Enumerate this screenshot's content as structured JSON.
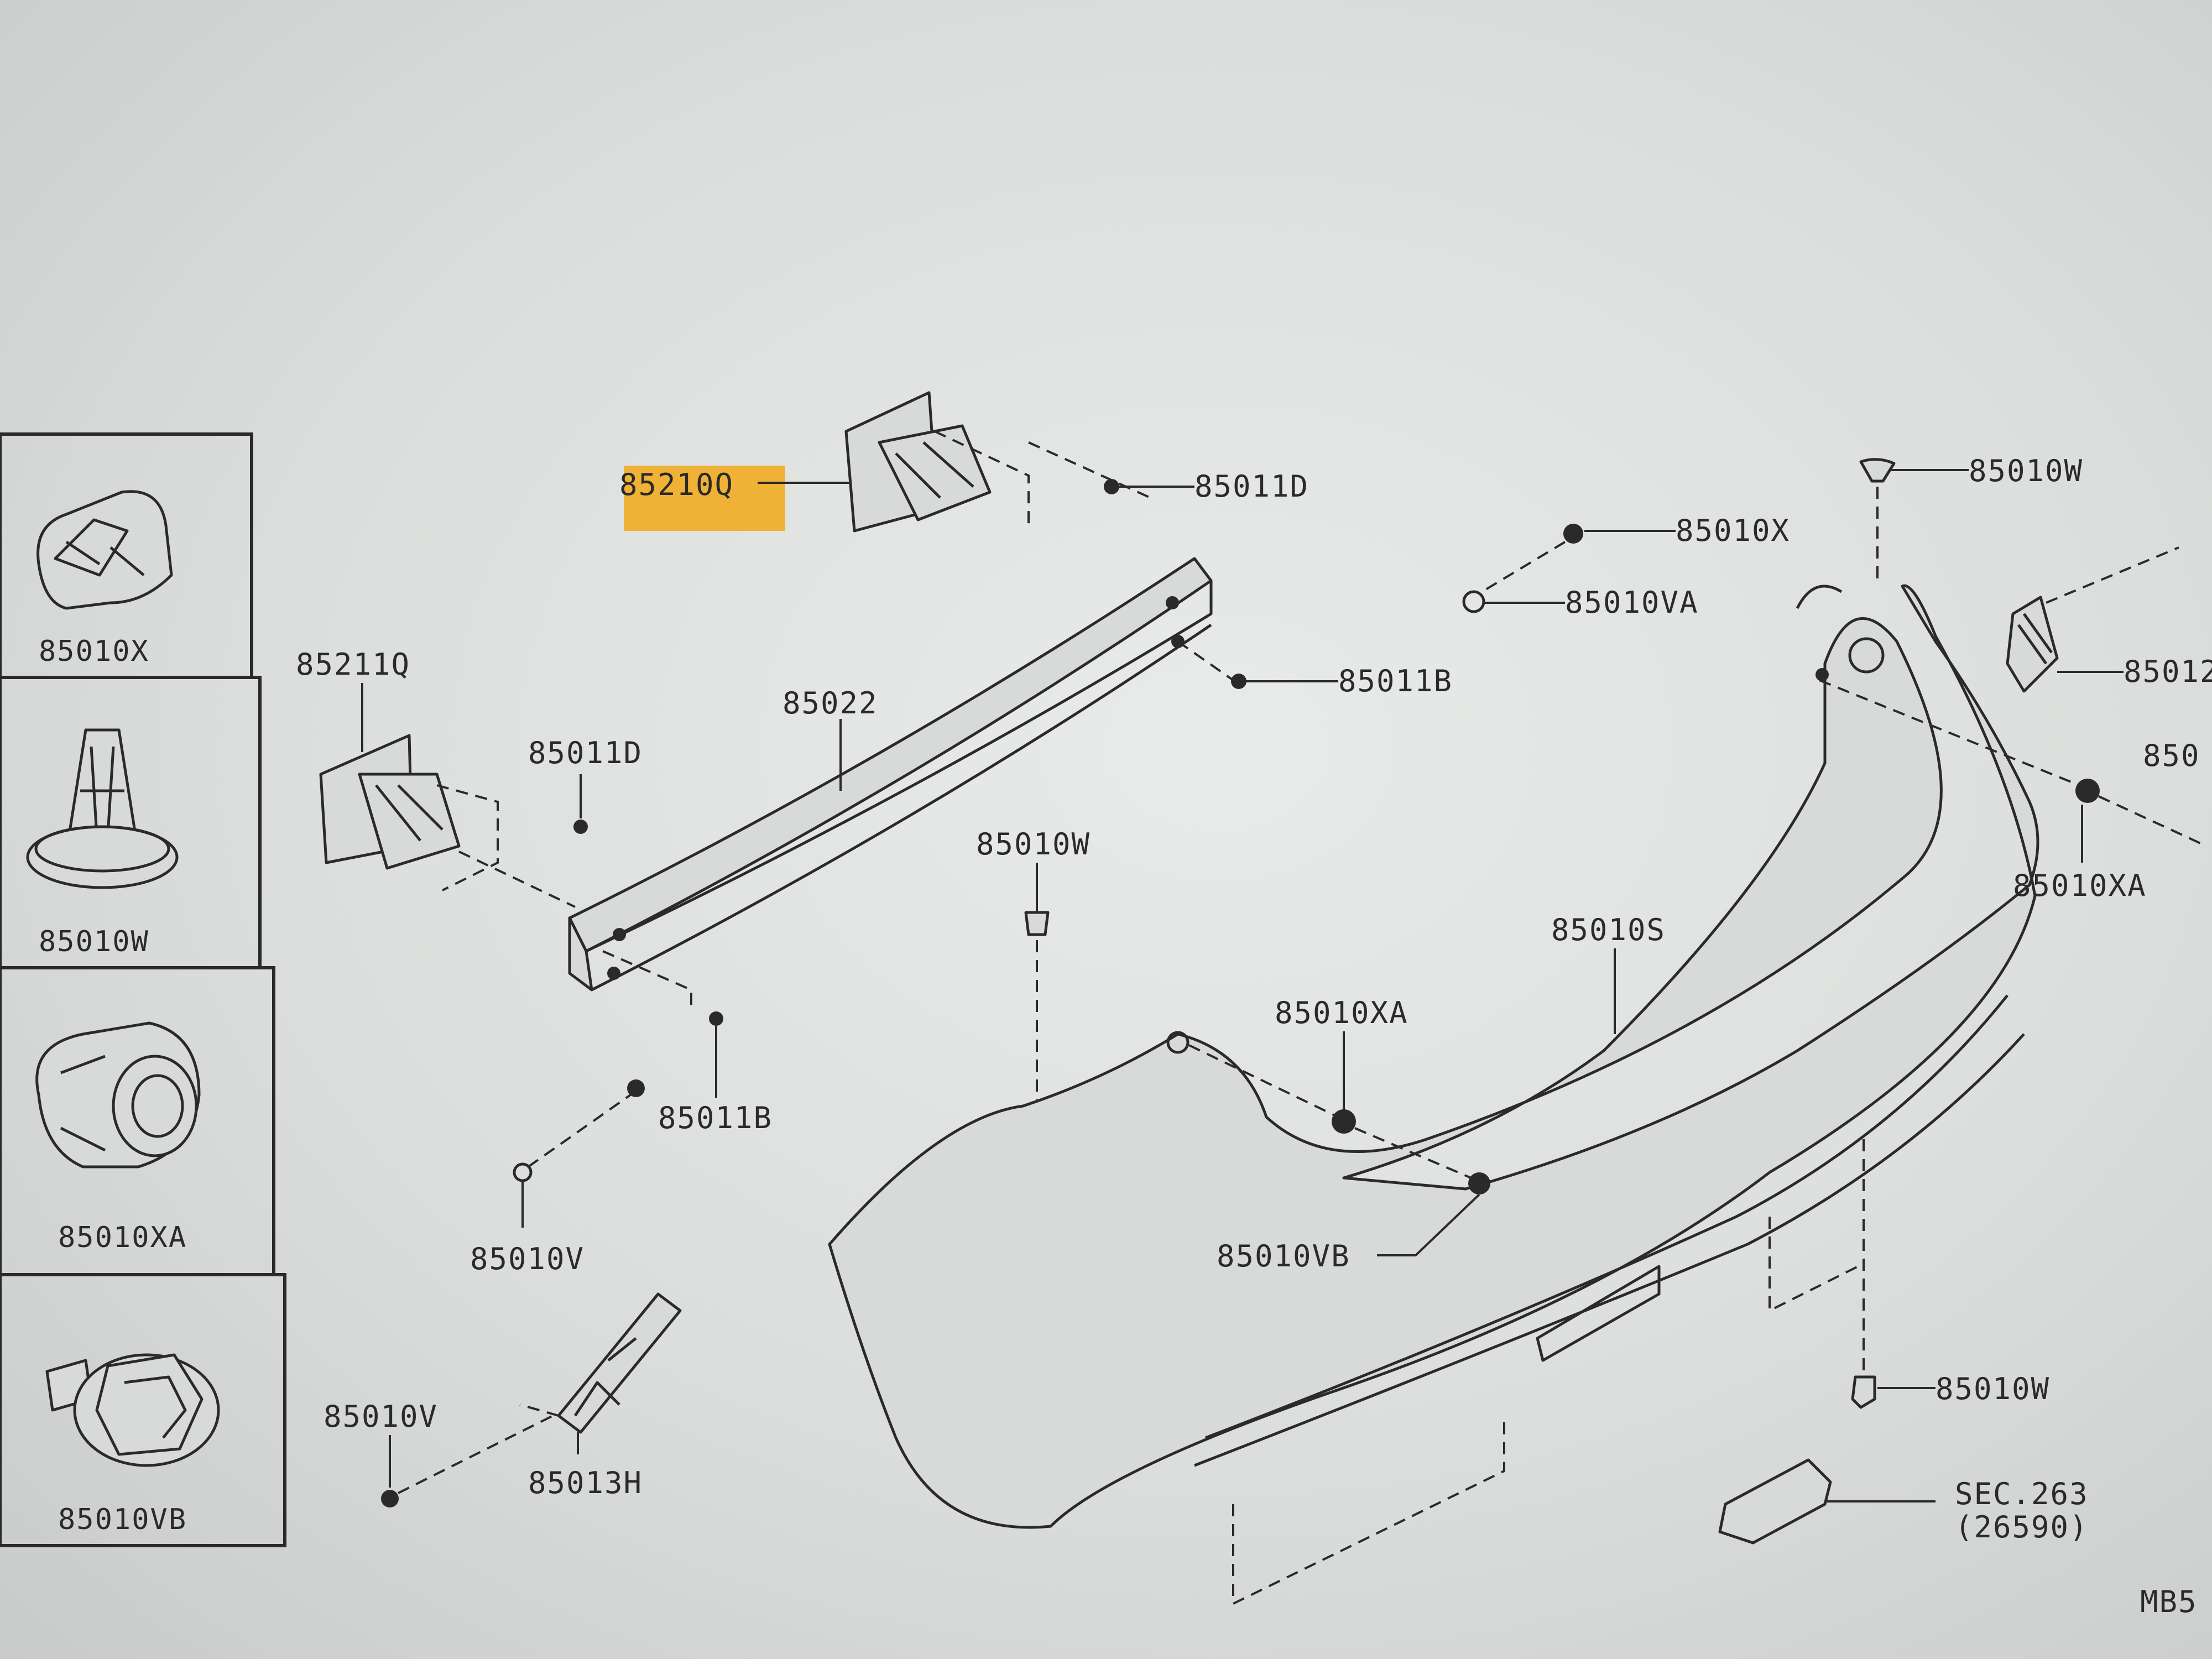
{
  "callouts": [
    {
      "id": "c-85210q",
      "text": "85210Q",
      "highlighted": true
    },
    {
      "id": "c-85011d-top",
      "text": "85011D"
    },
    {
      "id": "c-85010w-top",
      "text": "85010W"
    },
    {
      "id": "c-85010x",
      "text": "85010X"
    },
    {
      "id": "c-85010va",
      "text": "85010VA"
    },
    {
      "id": "c-85012",
      "text": "85012"
    },
    {
      "id": "c-850-right",
      "text": "850"
    },
    {
      "id": "c-85011b-right",
      "text": "85011B"
    },
    {
      "id": "c-85211q",
      "text": "85211Q"
    },
    {
      "id": "c-85022",
      "text": "85022"
    },
    {
      "id": "c-85011d-left",
      "text": "85011D"
    },
    {
      "id": "c-85010w-mid",
      "text": "85010W"
    },
    {
      "id": "c-85010xa-right",
      "text": "85010XA"
    },
    {
      "id": "c-85010s",
      "text": "85010S"
    },
    {
      "id": "c-85010xa-mid",
      "text": "85010XA"
    },
    {
      "id": "c-85011b-left",
      "text": "85011B"
    },
    {
      "id": "c-85010v-mid",
      "text": "85010V"
    },
    {
      "id": "c-85010vb",
      "text": "85010VB"
    },
    {
      "id": "c-85010v-low",
      "text": "85010V"
    },
    {
      "id": "c-85013h",
      "text": "85013H"
    },
    {
      "id": "c-85010w-low",
      "text": "85010W"
    },
    {
      "id": "c-sec",
      "text": "SEC.263"
    },
    {
      "id": "c-sec-sub",
      "text": "(26590)"
    },
    {
      "id": "c-mb",
      "text": "MB5"
    }
  ],
  "fastener_legend": [
    {
      "label": "85010X",
      "icon": "clip-icon"
    },
    {
      "label": "85010W",
      "icon": "push-rivet-icon"
    },
    {
      "label": "85010XA",
      "icon": "grommet-nut-icon"
    },
    {
      "label": "85010VB",
      "icon": "flange-bolt-icon"
    }
  ],
  "colors": {
    "highlight": "#f2a917",
    "ink": "#2a2a2a",
    "paper": "#e6e8e7"
  }
}
